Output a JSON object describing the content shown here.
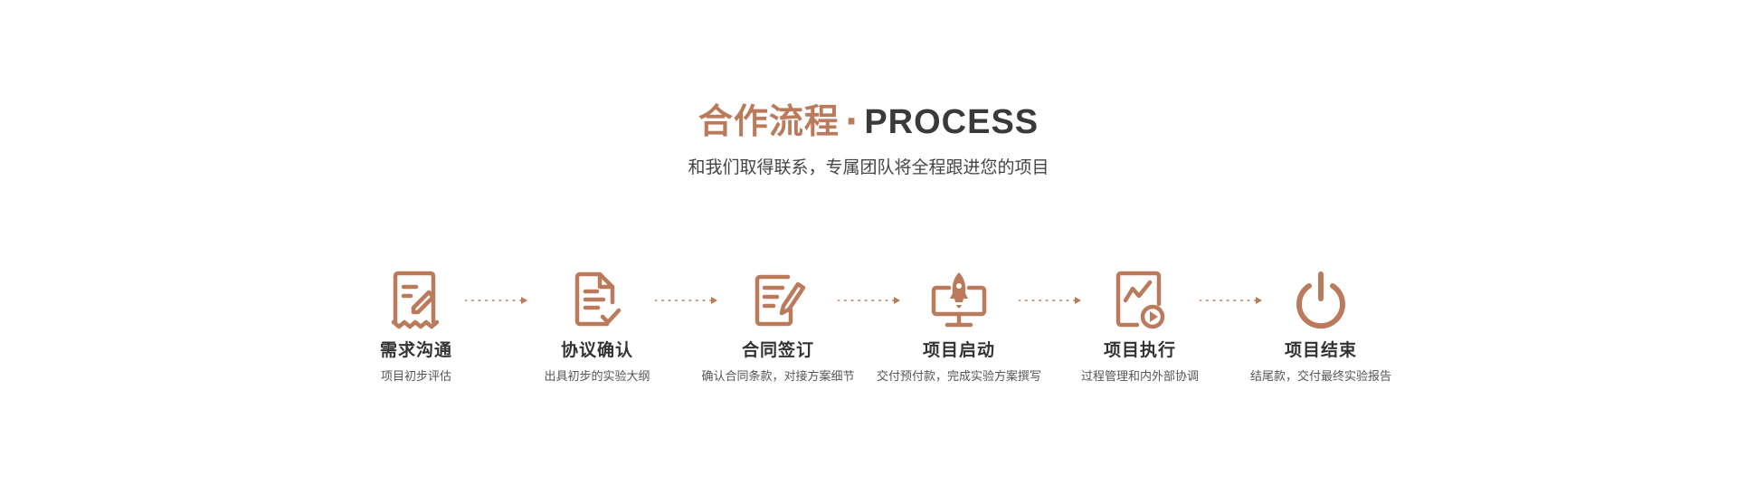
{
  "header": {
    "title_cn": "合作流程",
    "separator": "·",
    "title_en": "PROCESS",
    "subtitle": "和我们取得联系，专属团队将全程跟进您的项目"
  },
  "accent_color": "#bb7a5c",
  "steps": [
    {
      "icon": "requirement-document-pen-icon",
      "title": "需求沟通",
      "desc": "项目初步评估"
    },
    {
      "icon": "agreement-document-check-icon",
      "title": "协议确认",
      "desc": "出具初步的实验大纲"
    },
    {
      "icon": "contract-sign-pen-icon",
      "title": "合同签订",
      "desc": "确认合同条款，对接方案细节"
    },
    {
      "icon": "rocket-monitor-icon",
      "title": "项目启动",
      "desc": "交付预付款，完成实验方案撰写"
    },
    {
      "icon": "chart-play-icon",
      "title": "项目执行",
      "desc": "过程管理和内外部协调"
    },
    {
      "icon": "power-icon",
      "title": "项目结束",
      "desc": "结尾款，交付最终实验报告"
    }
  ]
}
